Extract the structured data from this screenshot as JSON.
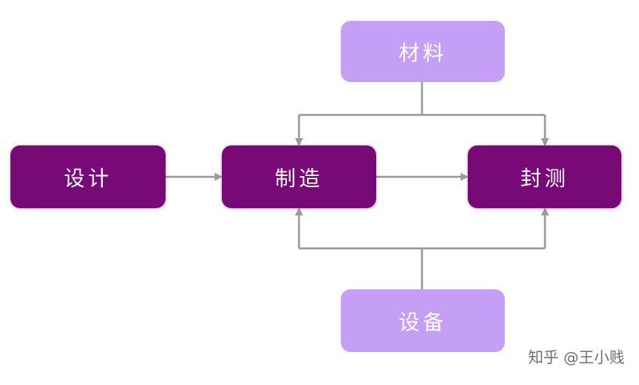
{
  "nodes": {
    "design": "设计",
    "make": "制造",
    "pack": "封测",
    "material": "材料",
    "equipment": "设备"
  },
  "watermark": "知乎 @王小贱",
  "colors": {
    "primary_node": "#780a78",
    "secondary_node": "#c59ef5",
    "connector": "#9b9b9b",
    "node_text": "#ffffff"
  }
}
